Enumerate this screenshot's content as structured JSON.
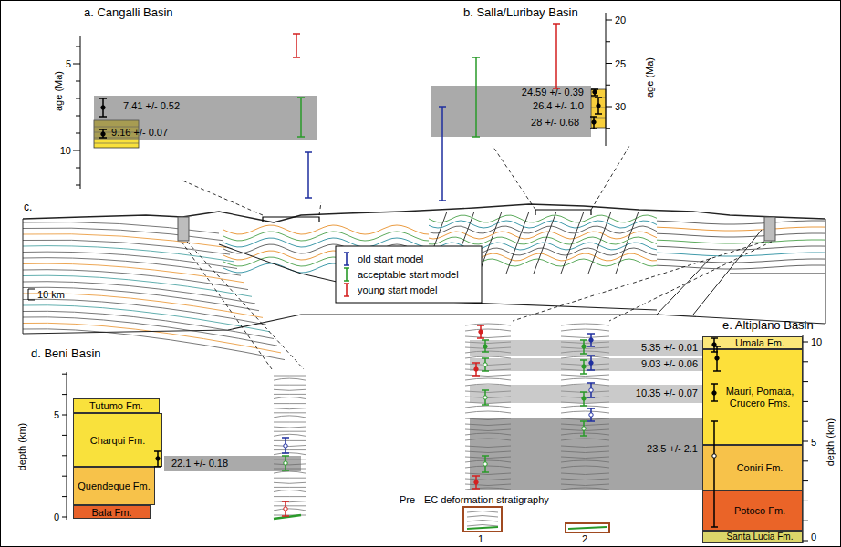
{
  "diagram": {
    "nodes": [
      {
        "text": [
          "7.41 +/- 0.52",
          "9.16 +/- 0.07"
        ]
      },
      {
        "text": [
          "24.59 +/- 0.39",
          "26.4 +/- 1.0",
          "28 +/- 0.68"
        ]
      },
      {
        "text": [
          "Tutumo Fm."
        ]
      },
      {
        "text": [
          "Charqui Fm."
        ]
      },
      {
        "text": [
          "Quendeque Fm."
        ]
      },
      {
        "text": [
          "Bala Fm."
        ]
      },
      {
        "text": [
          "22.1 +/- 0.18"
        ]
      },
      {
        "text": [
          "5.35 +/- 0.01"
        ]
      },
      {
        "text": [
          "9.03 +/- 0.06"
        ]
      },
      {
        "text": [
          "10.35 +/- 0.07"
        ]
      },
      {
        "text": [
          "23.5 +/- 2.1"
        ]
      },
      {
        "text": [
          "Umala Fm."
        ]
      },
      {
        "text": [
          "Mauri, Pomata, Crucero Fms."
        ]
      },
      {
        "text": [
          "Coniri Fm."
        ]
      },
      {
        "text": [
          "Potoco Fm."
        ]
      },
      {
        "text": [
          "Santa Lucia Fm."
        ]
      }
    ],
    "labels": [
      "a. Cangalli Basin",
      "b. Salla/Luribay Basin",
      "age (Ma)",
      "5",
      "10",
      "age (Ma)",
      "20",
      "25",
      "30",
      "c.",
      "10 km",
      "d. Beni Basin",
      "depth (km)",
      "5",
      "0",
      "e. Altiplano Basin",
      "depth (km)",
      "10",
      "5",
      "0",
      "Pre - EC deformation stratigraphy",
      "1",
      "2"
    ],
    "legend": [
      {
        "text": "old start model"
      },
      {
        "text": "acceptable start model"
      },
      {
        "text": "young start model"
      }
    ]
  }
}
